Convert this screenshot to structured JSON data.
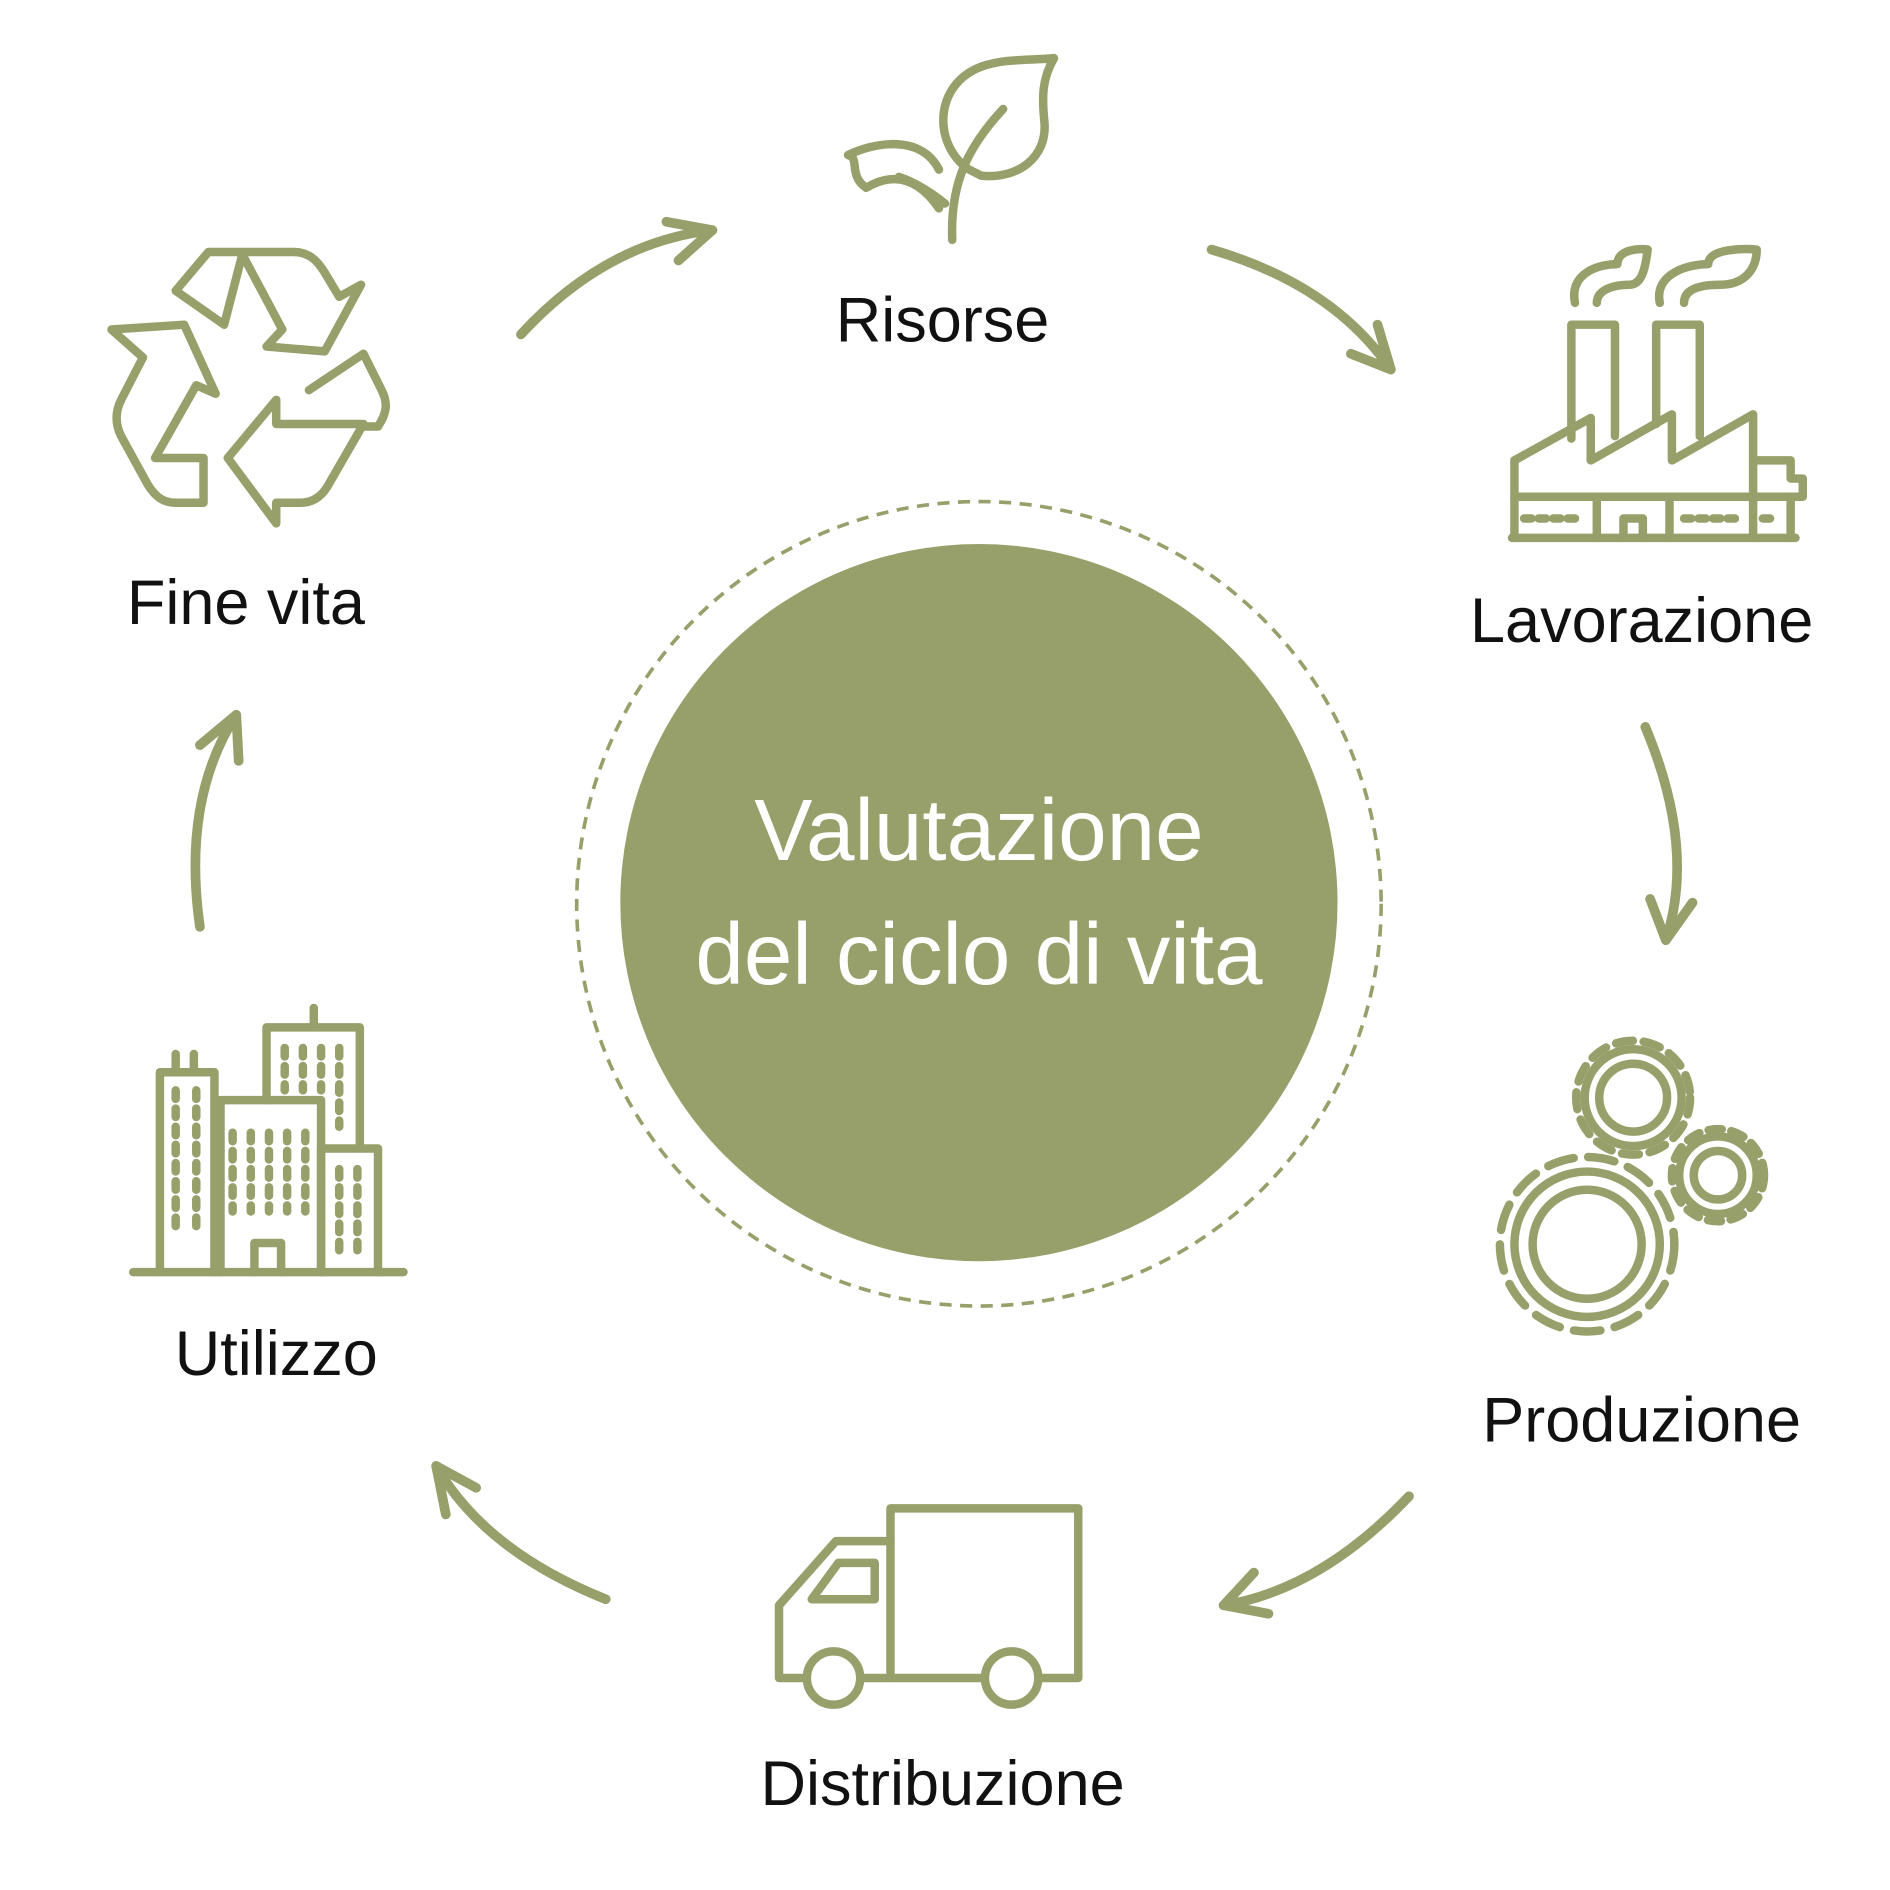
{
  "center": {
    "line1": "Valutazione",
    "line2": "del ciclo di vita"
  },
  "stages": [
    {
      "label": "Risorse",
      "icon": "leaf-icon"
    },
    {
      "label": "Lavorazione",
      "icon": "factory-icon"
    },
    {
      "label": "Produzione",
      "icon": "gears-icon"
    },
    {
      "label": "Distribuzione",
      "icon": "truck-icon"
    },
    {
      "label": "Utilizzo",
      "icon": "buildings-icon"
    },
    {
      "label": "Fine vita",
      "icon": "recycle-icon"
    }
  ],
  "colors": {
    "accent": "#97a06b",
    "text": "#111111"
  }
}
